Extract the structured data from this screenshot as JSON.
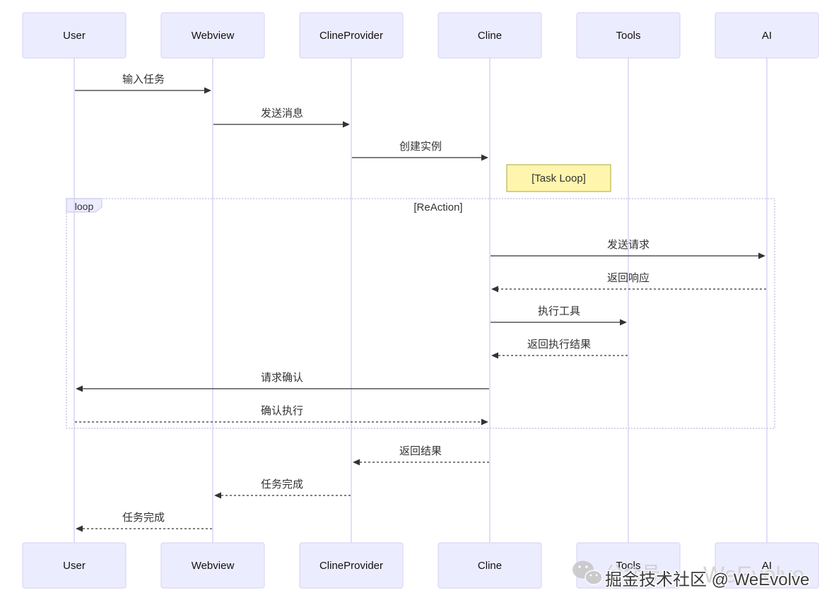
{
  "participants": [
    {
      "name": "User"
    },
    {
      "name": "Webview"
    },
    {
      "name": "ClineProvider"
    },
    {
      "name": "Cline"
    },
    {
      "name": "Tools"
    },
    {
      "name": "AI"
    }
  ],
  "messages": [
    {
      "from": "User",
      "to": "Webview",
      "text": "输入任务",
      "dashed": false
    },
    {
      "from": "Webview",
      "to": "ClineProvider",
      "text": "发送消息",
      "dashed": false
    },
    {
      "from": "ClineProvider",
      "to": "Cline",
      "text": "创建实例",
      "dashed": false
    },
    {
      "from": "Cline",
      "to": "AI",
      "text": "发送请求",
      "dashed": false
    },
    {
      "from": "AI",
      "to": "Cline",
      "text": "返回响应",
      "dashed": true
    },
    {
      "from": "Cline",
      "to": "Tools",
      "text": "执行工具",
      "dashed": false
    },
    {
      "from": "Tools",
      "to": "Cline",
      "text": "返回执行结果",
      "dashed": true
    },
    {
      "from": "Cline",
      "to": "User",
      "text": "请求确认",
      "dashed": false
    },
    {
      "from": "User",
      "to": "Cline",
      "text": "确认执行",
      "dashed": true
    },
    {
      "from": "Cline",
      "to": "ClineProvider",
      "text": "返回结果",
      "dashed": true
    },
    {
      "from": "ClineProvider",
      "to": "Webview",
      "text": "任务完成",
      "dashed": true
    },
    {
      "from": "Webview",
      "to": "User",
      "text": "任务完成",
      "dashed": true
    }
  ],
  "note": {
    "text": "[Task Loop]",
    "participant": "Cline"
  },
  "loop": {
    "label": "loop",
    "condition": "[ReAction]",
    "first_message": 3,
    "last_message": 8
  },
  "watermark": {
    "icon": "wechat-icon",
    "faded_left": "公众号",
    "faded_right": "WeEvolve",
    "text": "掘金技术社区 @ WeEvolve"
  },
  "colors": {
    "actor_fill": "#ECECFF",
    "actor_border": "#DCD6F5",
    "lifeline": "#D9D4F4",
    "arrow": "#333333",
    "note_fill": "#FFF5AD",
    "note_border": "#AAAA33",
    "loop_border": "#C8C5E8"
  }
}
